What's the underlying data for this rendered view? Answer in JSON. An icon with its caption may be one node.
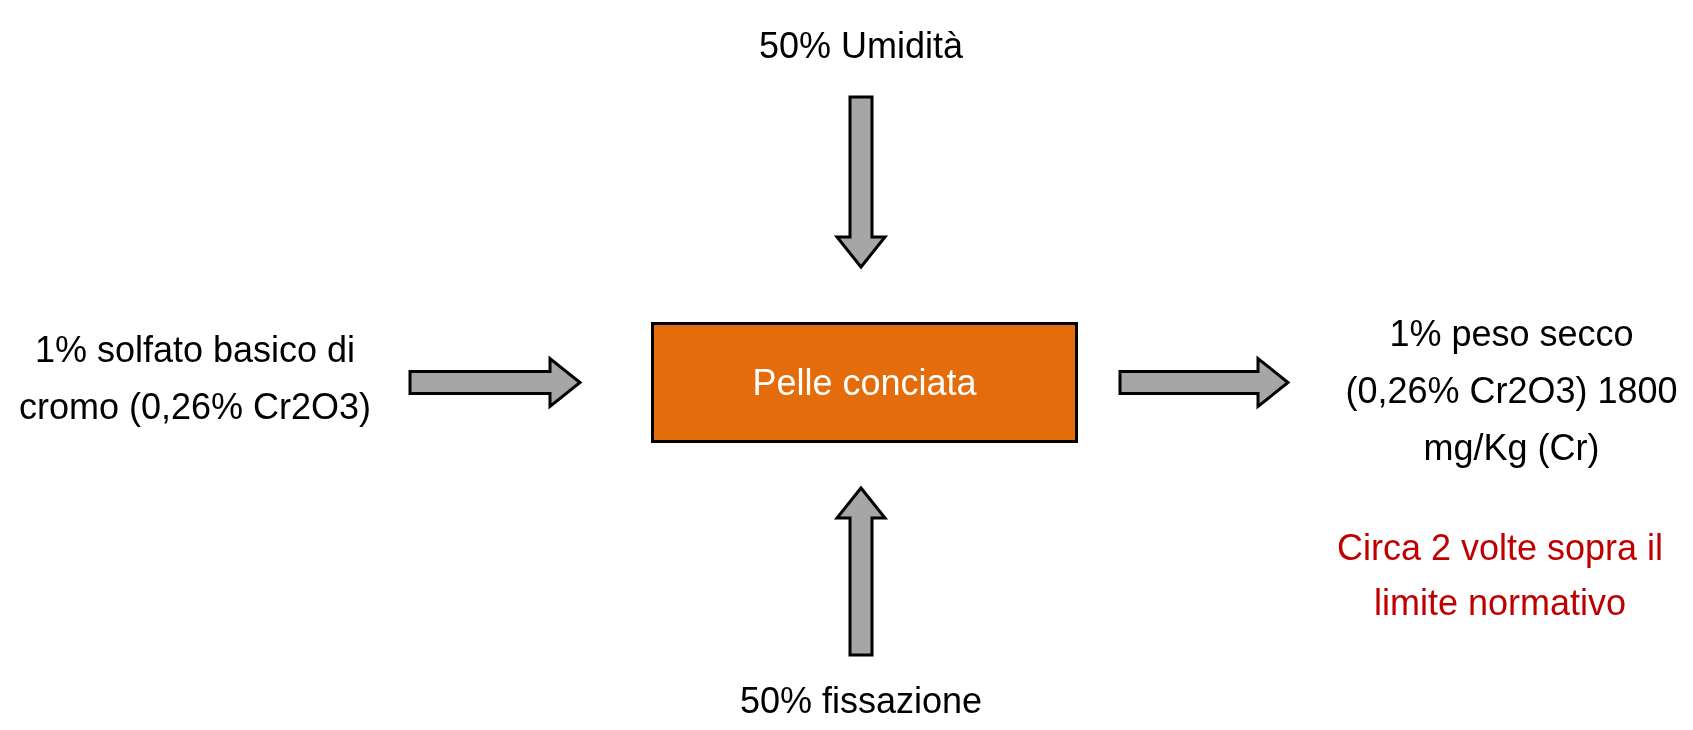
{
  "diagram": {
    "nodes": [
      {
        "text": [
          "1% solfato basico di cromo (0,26% Cr2O3)"
        ]
      },
      {
        "text": [
          "50% Umidità"
        ]
      },
      {
        "text": [
          "Pelle conciata"
        ]
      },
      {
        "text": [
          "1% peso secco (0,26% Cr2O3) 1800 mg/Kg (Cr)"
        ]
      },
      {
        "text": [
          "50% fissazione"
        ]
      }
    ],
    "edges": [
      {
        "from": 0,
        "to": 2,
        "arrow": "to"
      },
      {
        "from": 1,
        "to": 2,
        "arrow": "to"
      },
      {
        "from": 2,
        "to": 3,
        "arrow": "to"
      },
      {
        "from": 4,
        "to": 2,
        "arrow": "to"
      }
    ],
    "labels": [
      "Circa 2 volte sopra il limite normativo"
    ]
  }
}
